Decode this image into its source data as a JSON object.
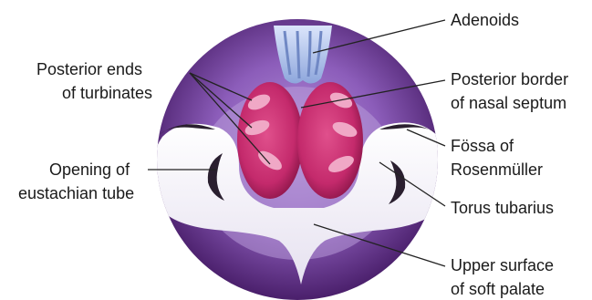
{
  "labels": {
    "adenoids": "Adenoids",
    "posterior_ends_1": "Posterior ends",
    "posterior_ends_2": "of turbinates",
    "posterior_border_1": "Posterior border",
    "posterior_border_2": "of nasal septum",
    "fossa_1": "Fössa of",
    "fossa_2": "Rosenmüller",
    "opening_1": "Opening of",
    "opening_2": "eustachian tube",
    "torus": "Torus tubarius",
    "upper_surface_1": "Upper surface",
    "upper_surface_2": "of soft palate"
  },
  "colors": {
    "background": "#ffffff",
    "circle_outer": "#4a1f6b",
    "circle_inner": "#9a72c4",
    "choana": "#c42a6c",
    "turbinate": "#f0a8c6",
    "adenoid": "#a9bce6",
    "soft_tissue": "#ffffff",
    "fossa_dark": "#2a1f2f",
    "leader_line": "#222222"
  }
}
